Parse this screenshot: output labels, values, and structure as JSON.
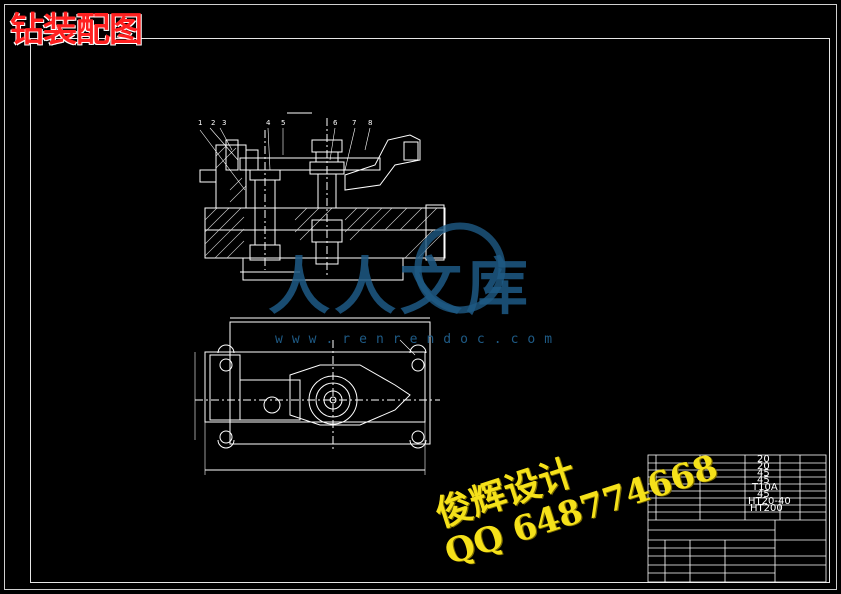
{
  "title": "钻装配图",
  "watermark": {
    "brand": "人人文库",
    "url": "www.renrendoc.com"
  },
  "ad": {
    "line1": "俊辉设计",
    "line2": "QQ 648774668"
  },
  "parts_list": [
    {
      "material": "20"
    },
    {
      "material": "20"
    },
    {
      "material": "45"
    },
    {
      "material": "45"
    },
    {
      "material": "T10A"
    },
    {
      "material": "45"
    },
    {
      "material": "HT20-40"
    },
    {
      "material": "HT200"
    }
  ],
  "balloons": [
    "1",
    "2",
    "3",
    "4",
    "5",
    "6",
    "7",
    "8"
  ],
  "colors": {
    "line": "#ffffff",
    "title": "#ff2020",
    "watermark": "#1e5a85",
    "ad": "#f5e11a"
  }
}
